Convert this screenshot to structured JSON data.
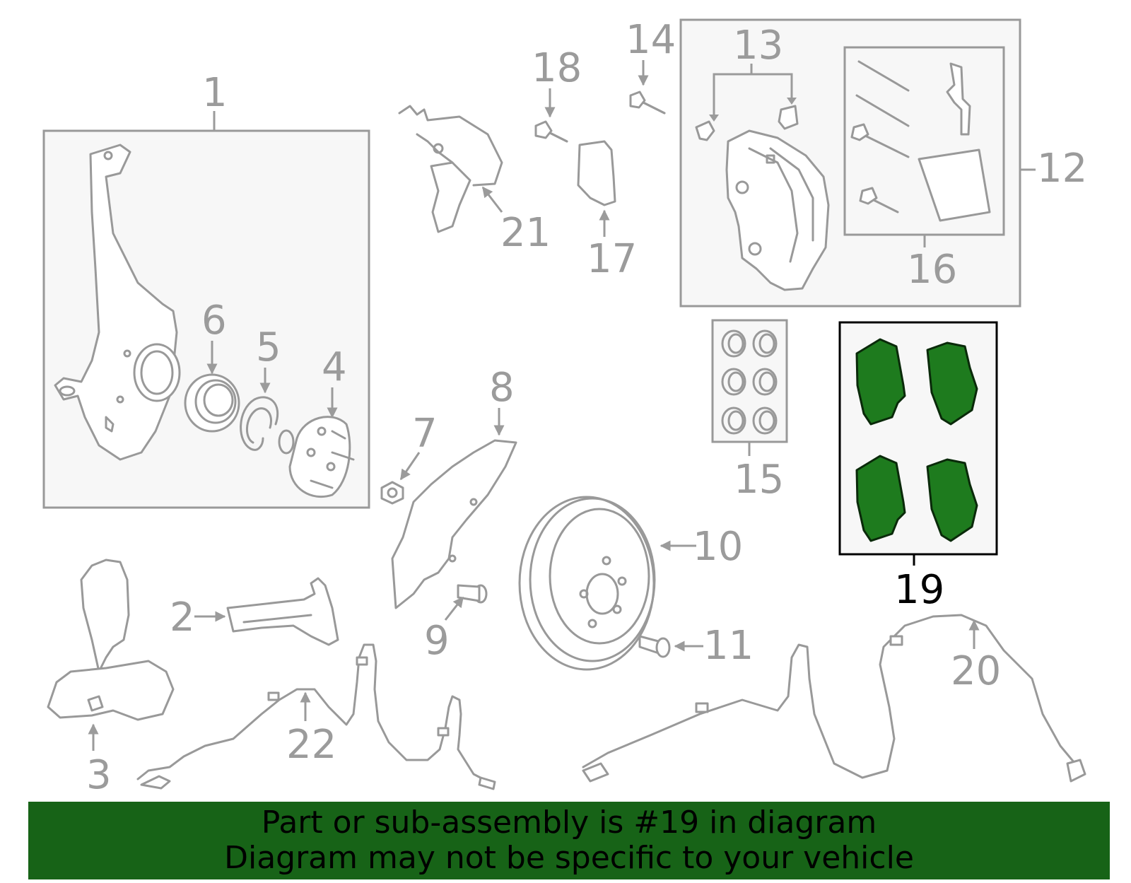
{
  "callouts": {
    "c1": "1",
    "c2": "2",
    "c3": "3",
    "c4": "4",
    "c5": "5",
    "c6": "6",
    "c7": "7",
    "c8": "8",
    "c9": "9",
    "c10": "10",
    "c11": "11",
    "c12": "12",
    "c13": "13",
    "c14": "14",
    "c15": "15",
    "c16": "16",
    "c17": "17",
    "c18": "18",
    "c19": "19",
    "c20": "20",
    "c21": "21",
    "c22": "22"
  },
  "highlighted_part": "19",
  "colors": {
    "highlight_fill": "#1e7b1e",
    "banner_bg": "#176317",
    "parts_gray": "#999999"
  },
  "banner": {
    "line1": "Part or sub-assembly is #19 in diagram",
    "line2": "Diagram may not be specific to your vehicle"
  }
}
